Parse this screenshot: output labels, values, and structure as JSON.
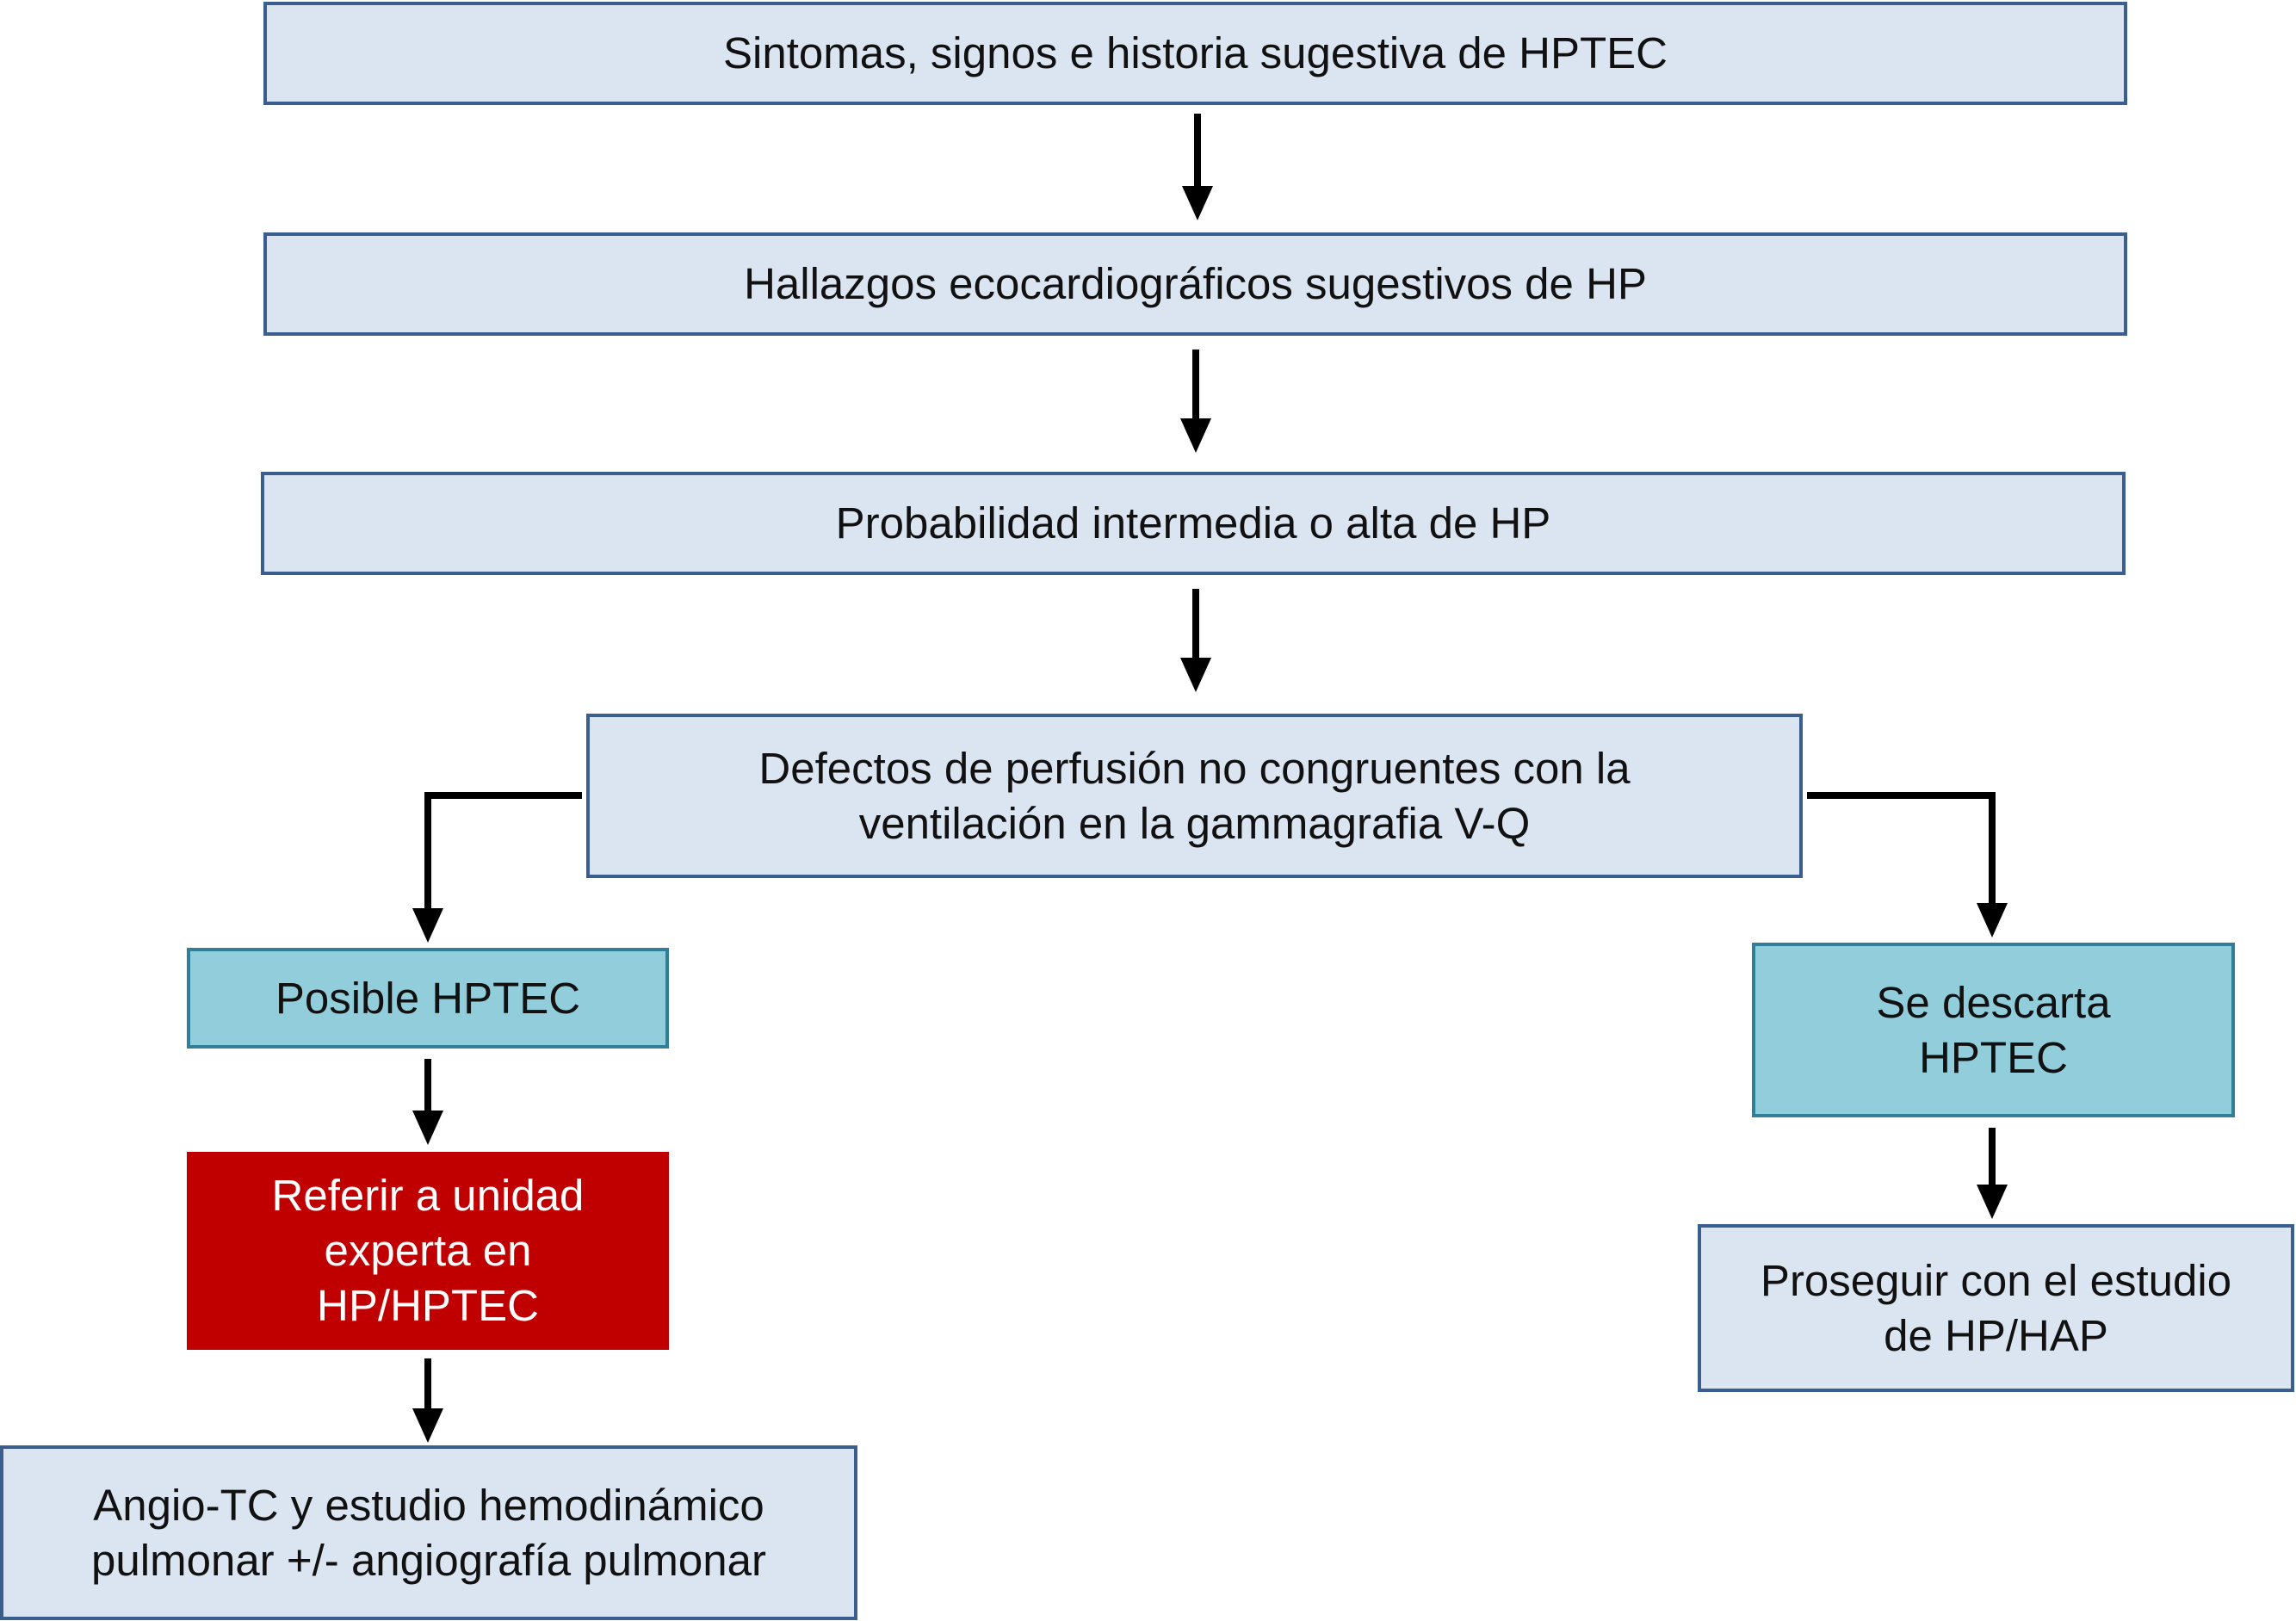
{
  "flowchart": {
    "symptoms": "Sintomas, signos e historia sugestiva de HPTEC",
    "echo": "Hallazgos ecocardiográficos sugestivos de HP",
    "probability": "Probabilidad intermedia o alta de HP",
    "vq": "Defectos de perfusión no congruentes con la\nventilación en la gammagrafia V-Q",
    "possible": "Posible HPTEC",
    "refer": "Referir a unidad\nexperta en\nHP/HPTEC",
    "angio": "Angio-TC y estudio hemodinámico\npulmonar +/- angiografía pulmonar",
    "discard": "Se descarta\nHPTEC",
    "continue": "Proseguir con el estudio\nde HP/HAP"
  },
  "colors": {
    "light_box": "#dbe5f1",
    "light_border": "#3a5f8e",
    "teal_box": "#92cddc",
    "teal_border": "#2f7f99",
    "alert_box": "#c00000",
    "alert_text": "#ffffff",
    "arrow": "#000000"
  }
}
